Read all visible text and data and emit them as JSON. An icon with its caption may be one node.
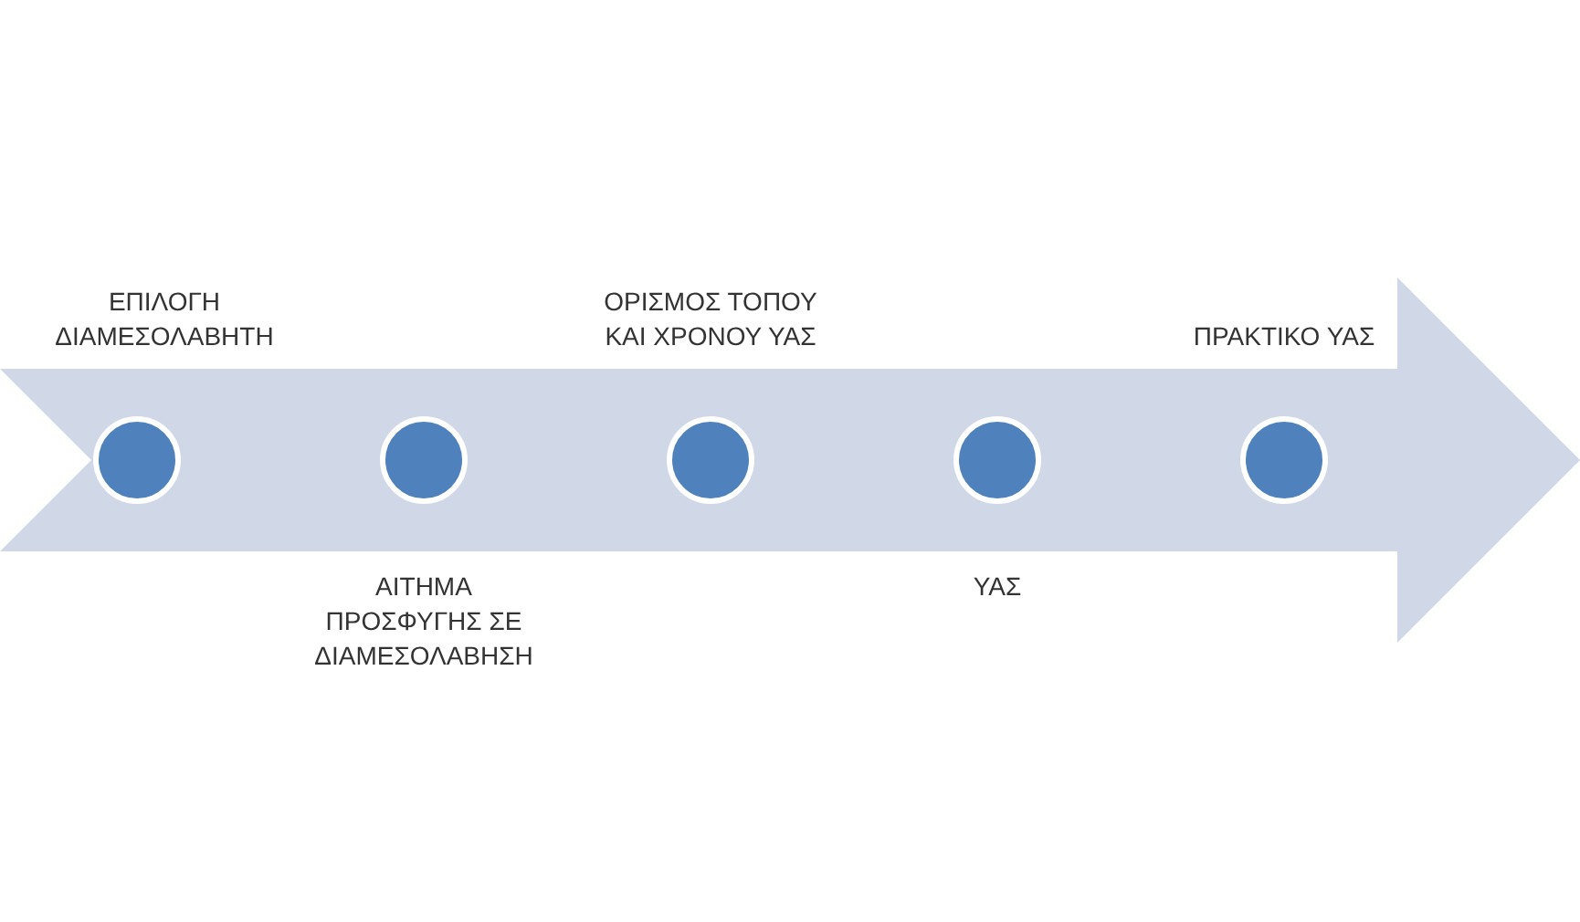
{
  "diagram": {
    "nodes": [
      {
        "text": [],
        "shape": "arrow"
      },
      {
        "text": [],
        "shape": "circle",
        "in": 0,
        "beside": [
          "ΕΠΙΛΟΓΗ ΔΙΑΜΕΣΟΛΑΒΗΤΗ"
        ]
      },
      {
        "text": [],
        "shape": "circle",
        "in": 0,
        "beside": [
          "ΑΙΤΗΜΑ ΠΡΟΣΦΥΓΗΣ ΣΕ ΔΙΑΜΕΣΟΛΑΒΗΣΗ"
        ]
      },
      {
        "text": [],
        "shape": "circle",
        "in": 0,
        "beside": [
          "ΟΡΙΣΜΟΣ ΤΟΠΟΥ ΚΑΙ ΧΡΟΝΟΥ ΥΑΣ"
        ]
      },
      {
        "text": [],
        "shape": "circle",
        "in": 0,
        "beside": [
          "ΥΑΣ"
        ]
      },
      {
        "text": [],
        "shape": "circle",
        "in": 0,
        "beside": [
          "ΠΡΑΚΤΙΚΟ ΥΑΣ"
        ]
      }
    ],
    "edges": []
  }
}
